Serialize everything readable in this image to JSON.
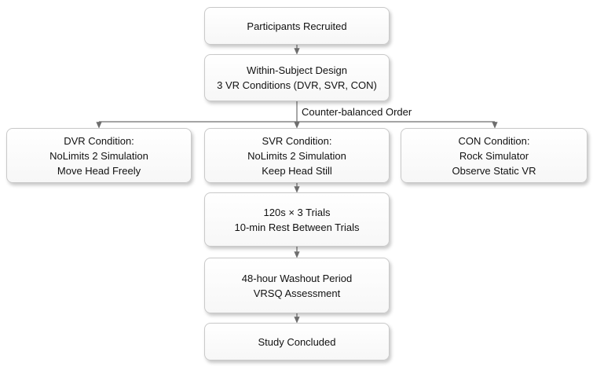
{
  "flow": {
    "recruited": "Participants Recruited",
    "design": [
      "Within-Subject Design",
      "3 VR Conditions (DVR, SVR, CON)"
    ],
    "order_label": "Counter-balanced Order",
    "conditions": {
      "dvr": [
        "DVR Condition:",
        "NoLimits 2 Simulation",
        "Move Head Freely"
      ],
      "svr": [
        "SVR Condition:",
        "NoLimits 2 Simulation",
        "Keep Head Still"
      ],
      "con": [
        "CON Condition:",
        "Rock Simulator",
        "Observe Static VR"
      ]
    },
    "trials": [
      "120s × 3 Trials",
      "10-min Rest Between Trials"
    ],
    "washout": [
      "48-hour Washout Period",
      "VRSQ Assessment"
    ],
    "concluded": "Study Concluded"
  },
  "colors": {
    "arrow": "#6e6e6e",
    "box_border": "#c9c9c9"
  }
}
